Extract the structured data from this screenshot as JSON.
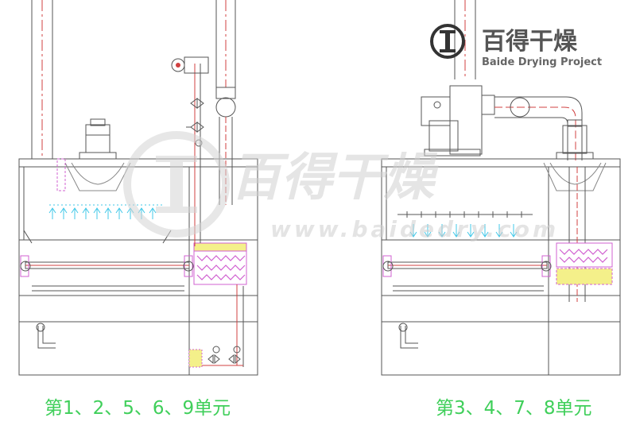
{
  "logo": {
    "brand_cn": "百得干燥",
    "brand_en": "Baide Drying Project"
  },
  "watermark": {
    "text_cn": "百得干燥",
    "url": "www.baidedry.com"
  },
  "captions": {
    "left": "第1、2、5、6、9单元",
    "right": "第3、4、7、8单元"
  },
  "colors": {
    "line": "#555555",
    "red_dash": "#d04040",
    "magenta": "#d060d0",
    "cyan_arrow": "#40c8e8",
    "yellow_fill": "#f4f08a",
    "caption_green": "#3fcf5a",
    "watermark_gray": "#d8d8d8"
  }
}
